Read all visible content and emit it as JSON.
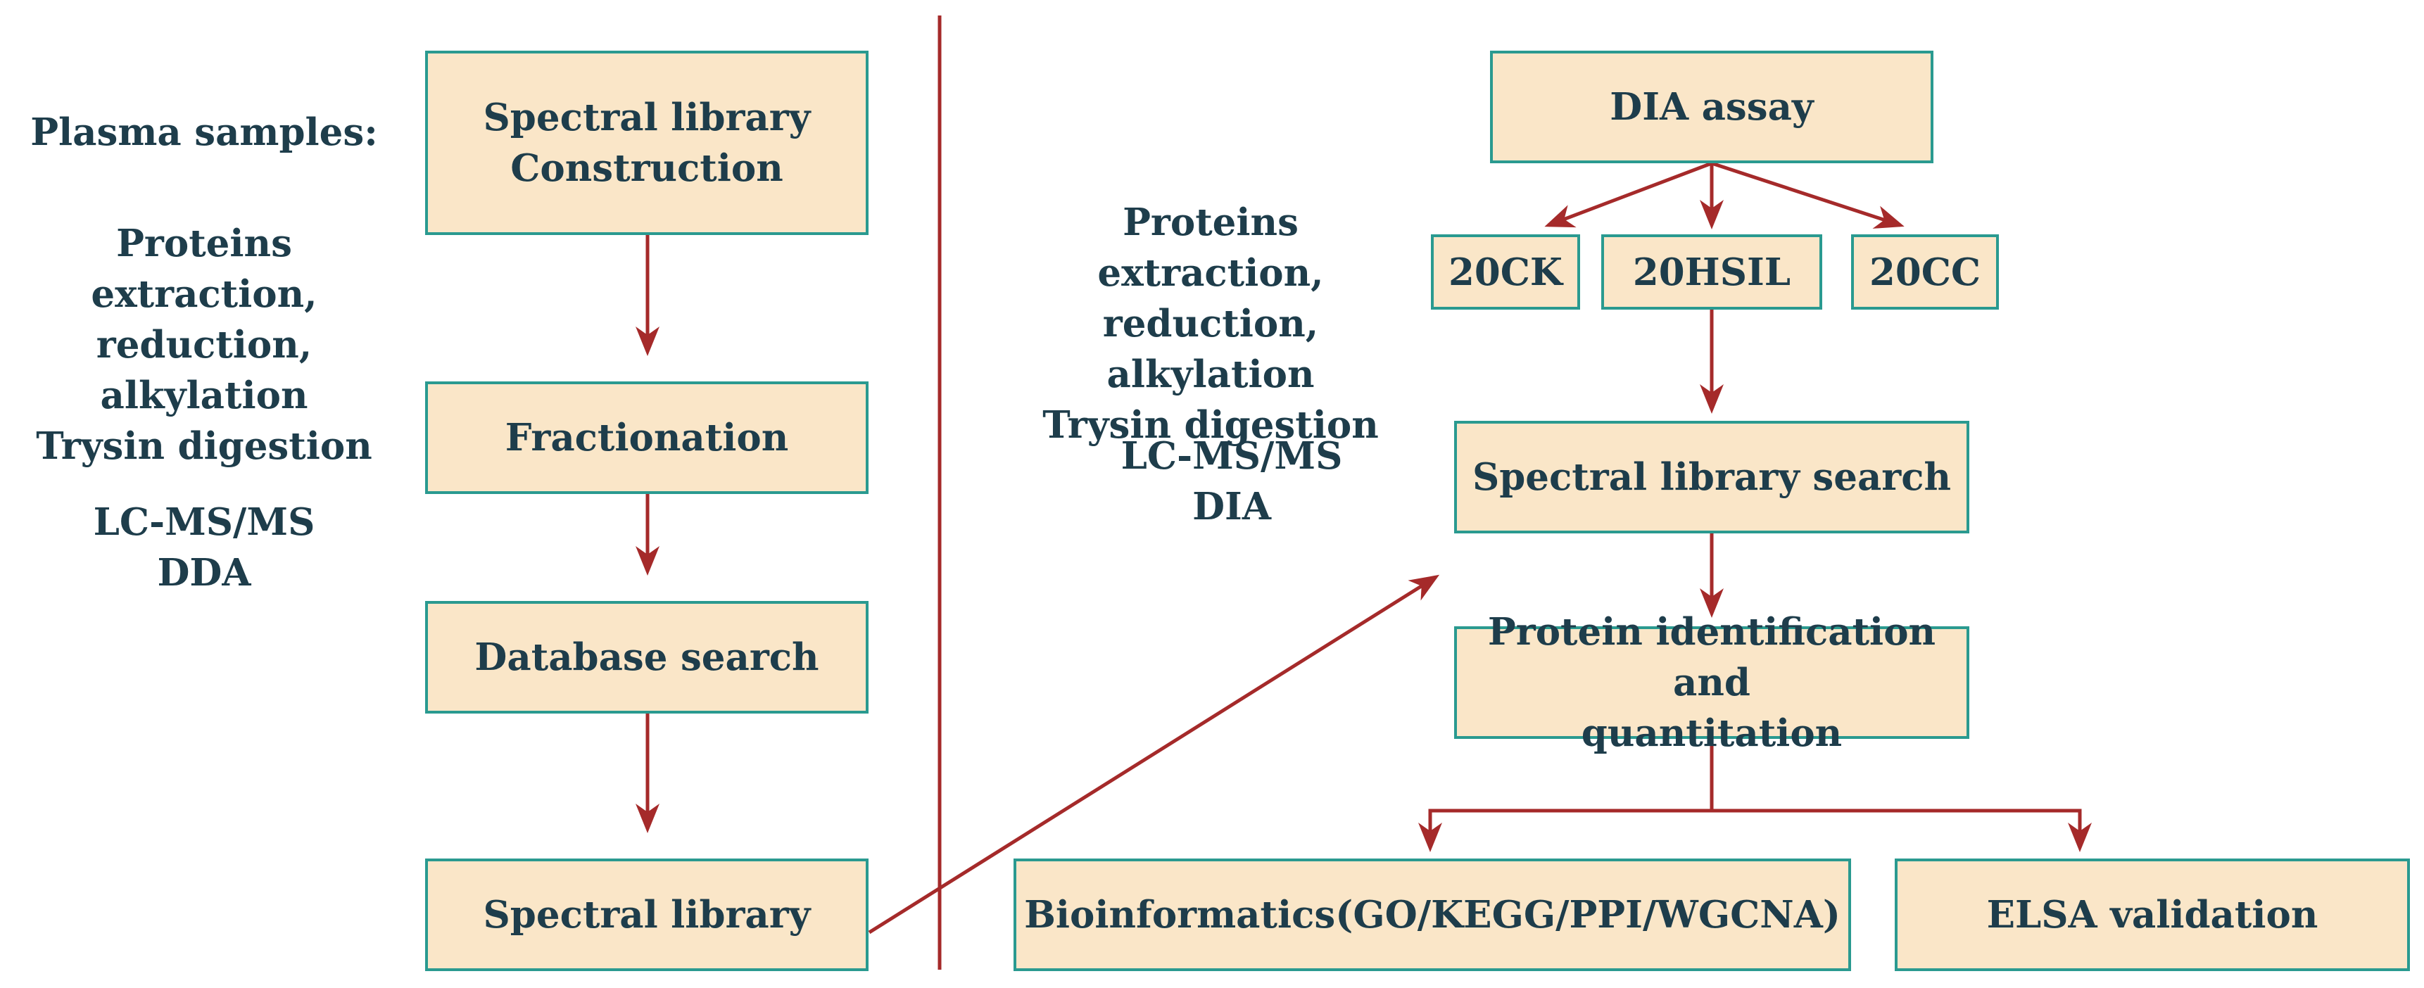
{
  "left": {
    "notes": {
      "plasma": "Plasma samples:",
      "prep": "Proteins extraction,\nreduction, alkylation\nTrysin digestion",
      "ms": "LC-MS/MS\nDDA"
    },
    "boxes": {
      "library_construction": "Spectral library\nConstruction",
      "fractionation": "Fractionation",
      "database_search": "Database search",
      "spectral_library": "Spectral library"
    }
  },
  "right": {
    "notes": {
      "prep": "Proteins extraction,\nreduction, alkylation\nTrysin digestion",
      "ms": "LC-MS/MS\nDIA"
    },
    "boxes": {
      "dia_assay": "DIA assay",
      "group_ck": "20CK",
      "group_hsil": "20HSIL",
      "group_cc": "20CC",
      "library_search": "Spectral library search",
      "identification": "Protein identification and\nquantitation",
      "bioinformatics": "Bioinformatics(GO/KEGG/PPI/WGCNA)",
      "elsa": "ELSA validation"
    }
  },
  "colors": {
    "box_fill": "#fae6c8",
    "box_border": "#2a9a90",
    "text": "#1e3d4b",
    "arrow": "#a52a2a"
  }
}
